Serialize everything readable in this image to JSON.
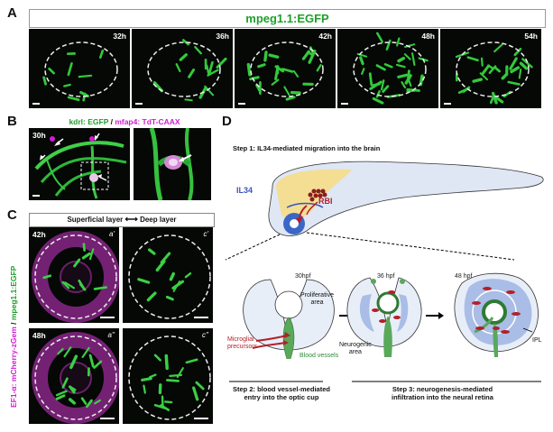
{
  "panelA": {
    "letter": "A",
    "title": "mpeg1.1:EGFP",
    "timepoints": [
      "32h",
      "36h",
      "42h",
      "48h",
      "54h"
    ]
  },
  "panelB": {
    "letter": "B",
    "title_part1": "kdrl: EGFP",
    "title_sep": " / ",
    "title_part2": "mfap4: TdT-CAAX",
    "timepoint": "30h"
  },
  "panelC": {
    "letter": "C",
    "header_left": "Superficial layer",
    "header_arrow": "⟷",
    "header_right": "Deep layer",
    "ylabel_part1": "EF1-α: mCherry-zGem",
    "ylabel_sep": " / ",
    "ylabel_part2": "mpeg1.1:EGFP",
    "rows": [
      {
        "time": "42h",
        "left_tag": "a'",
        "right_tag": "c'"
      },
      {
        "time": "48h",
        "left_tag": "a''",
        "right_tag": "c''"
      }
    ]
  },
  "panelD": {
    "letter": "D",
    "step1": "Step 1: IL34-mediated migration into the brain",
    "il34": "IL34",
    "rbi": "RBI",
    "t1": "30hpf",
    "t2": "36 hpf",
    "t3": "48 hpf",
    "proliferative": "Proliferative\narea",
    "microglial": "Microglial\nprecursors",
    "blood": "Blood vessels",
    "neurogenic": "Neurogenic\narea",
    "ipl": "IPL",
    "step2": "Step 2: blood vessel-mediated\nentry into the optic cup",
    "step3": "Step 3: neurogenesis-mediated\ninfiltration into the neural retina"
  },
  "colors": {
    "green": "#1fa02a",
    "magenta": "#d21ad2",
    "red": "#b3202a",
    "blue": "#a9bde6",
    "yellow": "#f5dd8a"
  }
}
